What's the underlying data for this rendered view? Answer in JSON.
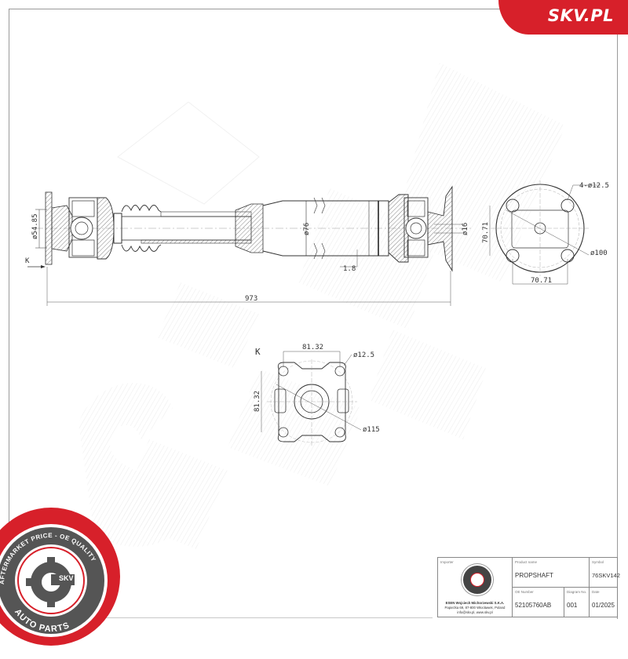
{
  "brand": {
    "site": "SKV.PL",
    "color": "#d7202a"
  },
  "drawing": {
    "view_label": "K",
    "side_view": {
      "overall_length": "973",
      "flange_bore": "ø54.85",
      "tube_diameter": "ø76",
      "wall_thickness": "1.8",
      "pilot_bore": "ø16"
    },
    "end_view_right": {
      "bolt_holes": "4-ø12.5",
      "pcd": "ø100",
      "spacing_horizontal": "70.71",
      "spacing_vertical": "70.71"
    },
    "end_view_k": {
      "label": "K",
      "spacing_horizontal": "81.32",
      "spacing_vertical": "81.32",
      "hole_diameter": "ø12.5",
      "pcd": "ø115"
    }
  },
  "stamp": {
    "top_text": "AFTERMARKET PRICE - OE QUALITY",
    "center_text": "SKV",
    "bottom_text": "AUTO PARTS"
  },
  "title_block": {
    "importer_label": "Importer",
    "importer_name": "ESEN Wojciech Michorzewski S.K.A.",
    "importer_address": "Papieżka 69, 87-800 Włocławek, Poland",
    "importer_contact": "info@skv.pl, www.skv.pl",
    "product_name_label": "Product name",
    "product_name": "PROPSHAFT",
    "symbol_label": "Symbol",
    "symbol": "76SKV142",
    "oe_label": "OE Number",
    "oe_number": "52105760AB",
    "diagram_label": "Diagram No.",
    "diagram_no": "001",
    "date_label": "Date",
    "date": "01/2025"
  }
}
